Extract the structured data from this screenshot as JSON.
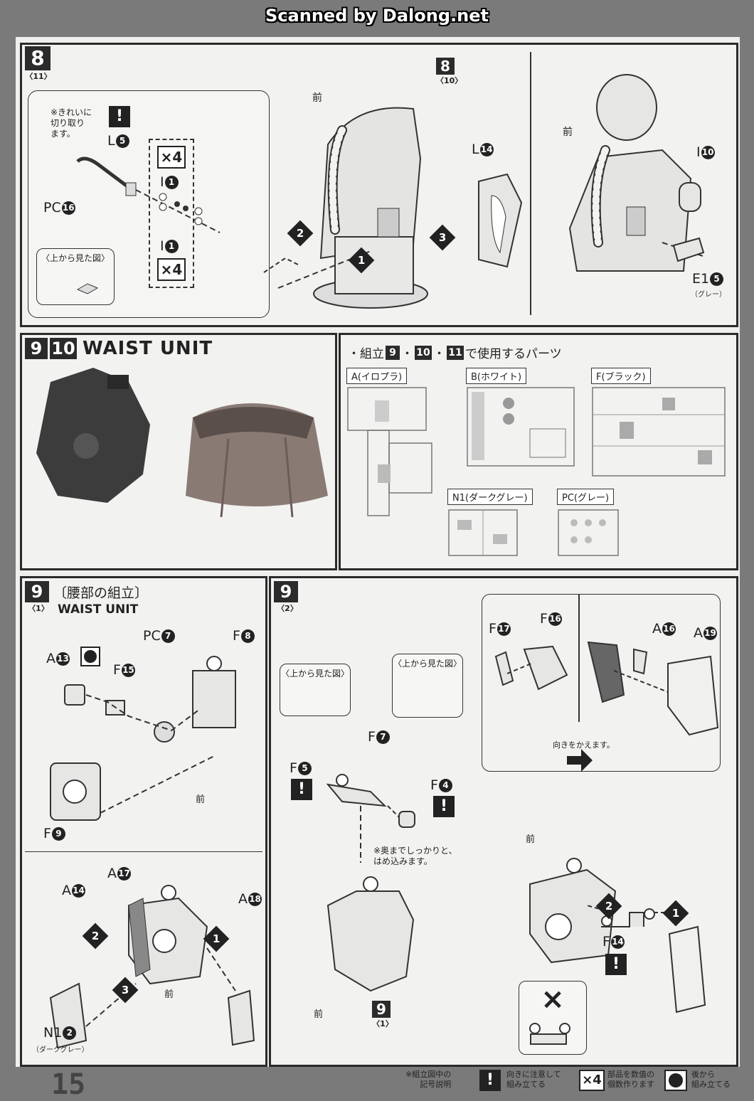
{
  "header": {
    "scan_title": "Scanned by Dalong.net"
  },
  "step8": {
    "num": "8",
    "sub": "〈11〉",
    "note": "※きれいに\n切り取り\nます。",
    "l5": "L",
    "l5_n": "5",
    "pc16": "PC",
    "pc16_n": "16",
    "x4a": "×4",
    "x4b": "×4",
    "i1a": "I",
    "i1a_n": "1",
    "i1b": "I",
    "i1b_n": "1",
    "top_view": "〈上から見た図〉",
    "ref_num": "8",
    "ref_sub": "〈10〉",
    "front": "前",
    "l14": "L",
    "l14_n": "14",
    "front2": "前",
    "i10": "I",
    "i10_n": "10",
    "e15": "E1",
    "e15_n": "5",
    "e15_color": "（グレー）",
    "steps": [
      "1",
      "2",
      "3"
    ]
  },
  "waist": {
    "num_a": "9",
    "num_b": "10",
    "title": "WAIST UNIT"
  },
  "parts": {
    "title_prefix": "・組立",
    "num_a": "9",
    "num_b": "10",
    "num_c": "11",
    "title_suffix": "で使用するパーツ",
    "runners": [
      {
        "label": "A(イロプラ)"
      },
      {
        "label": "B(ホワイト)"
      },
      {
        "label": "F(ブラック)"
      },
      {
        "label": "N1(ダークグレー)"
      },
      {
        "label": "PC(グレー)"
      }
    ]
  },
  "step9_1": {
    "num": "9",
    "sub": "〈1〉",
    "title_jp": "〔腰部の組立〕",
    "title_en": "WAIST UNIT",
    "a13": "A",
    "a13_n": "13",
    "f15": "F",
    "f15_n": "15",
    "pc7": "PC",
    "pc7_n": "7",
    "f8": "F",
    "f8_n": "8",
    "f9": "F",
    "f9_n": "9",
    "front": "前",
    "a17": "A",
    "a17_n": "17",
    "a14": "A",
    "a14_n": "14",
    "a18": "A",
    "a18_n": "18",
    "n12": "N1",
    "n12_n": "2",
    "n12_color": "（ダークグレー）",
    "front2": "前",
    "steps": [
      "1",
      "2",
      "3"
    ]
  },
  "step9_2": {
    "num": "9",
    "sub": "〈2〉",
    "top_view1": "〈上から見た図〉",
    "top_view2": "〈上から見た図〉",
    "f7": "F",
    "f7_n": "7",
    "f5": "F",
    "f5_n": "5",
    "f4": "F",
    "f4_n": "4",
    "note": "※奥までしっかりと、\nはめ込みます。",
    "front": "前",
    "ref_num": "9",
    "ref_sub": "〈1〉",
    "f17": "F",
    "f17_n": "17",
    "f16": "F",
    "f16_n": "16",
    "a16": "A",
    "a16_n": "16",
    "a19": "A",
    "a19_n": "19",
    "turn_note": "向きをかえます。",
    "front2": "前",
    "f14": "F",
    "f14_n": "14",
    "wrong": "×",
    "steps": [
      "1",
      "2"
    ]
  },
  "footer": {
    "page": "15",
    "legend_title": "※組立図中の\n記号説明",
    "legend1": "向きに注意して\n組み立てる",
    "legend2_icon": "×4",
    "legend2": "部品を数值の\n個数作ります",
    "legend3": "後から\n組み立てる",
    "warn_icon": "!"
  },
  "colors": {
    "panel_bg": "#f2f2f0",
    "ink": "#222222",
    "page_bg": "#7a7a7a",
    "model_body": "#8a7a74",
    "model_dark": "#3c3c3c"
  }
}
